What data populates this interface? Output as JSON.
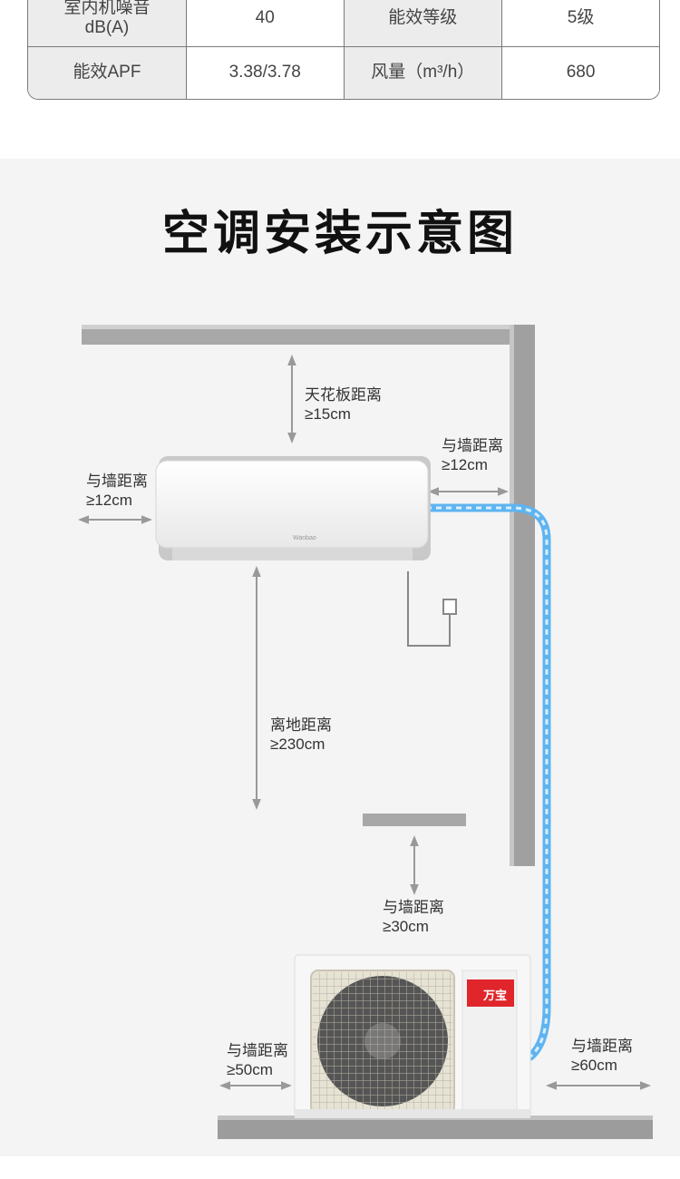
{
  "specs": {
    "rows": [
      {
        "k1": "室内机噪音\ndB(A)",
        "v1": "40",
        "k2": "能效等级",
        "v2": "5级"
      },
      {
        "k1": "能效APF",
        "v1": "3.38/3.78",
        "k2": "风量（m³/h）",
        "v2": "680"
      }
    ]
  },
  "diagram": {
    "title": "空调安装示意图",
    "ceiling": {
      "label": "天花板距离",
      "value": "≥15cm"
    },
    "wall_left": {
      "label": "与墙距离",
      "value": "≥12cm"
    },
    "wall_right": {
      "label": "与墙距离",
      "value": "≥12cm"
    },
    "floor": {
      "label": "离地距离",
      "value": "≥230cm"
    },
    "outdoor_top": {
      "label": "与墙距离",
      "value": "≥30cm"
    },
    "outdoor_left": {
      "label": "与墙距离",
      "value": "≥50cm"
    },
    "outdoor_right": {
      "label": "与墙距离",
      "value": "≥60cm"
    },
    "indoor_brand": "Wanbao",
    "outdoor_brand": "万宝",
    "colors": {
      "pipe": "#5fb4f0",
      "wall": "#9a9a9a",
      "brand_red": "#e0262b"
    }
  }
}
